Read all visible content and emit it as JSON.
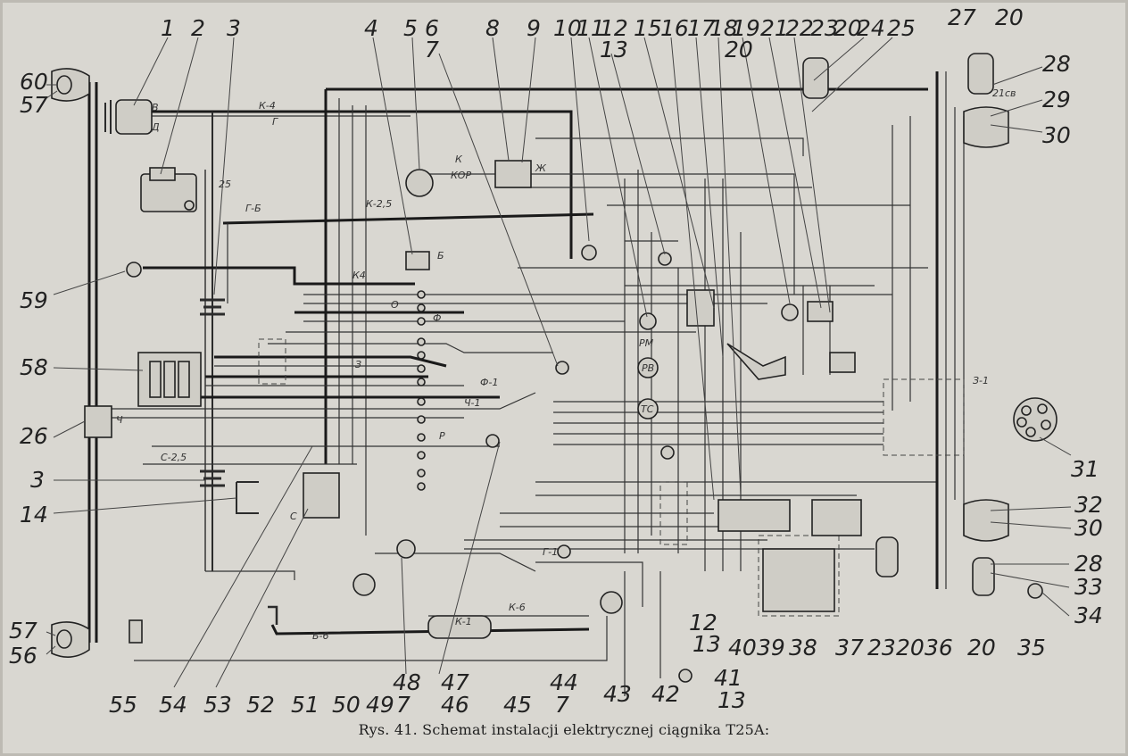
{
  "caption": "Rys. 41. Schemat instalacji elektrycznej ciągnika T25A:",
  "top_labels": [
    "1",
    "2",
    "3",
    "4",
    "5",
    "6",
    "7",
    "8",
    "9",
    "10",
    "11",
    "12",
    "13",
    "15",
    "16",
    "17",
    "18",
    "19",
    "20",
    "21",
    "22",
    "23",
    "20",
    "24",
    "25",
    "27",
    "20",
    "28",
    "29",
    "30"
  ],
  "left_labels": [
    "60",
    "57",
    "59",
    "58",
    "26",
    "3",
    "14",
    "57",
    "56"
  ],
  "bottom_labels": [
    "55",
    "54",
    "53",
    "52",
    "51",
    "50",
    "49",
    "48",
    "7",
    "47",
    "46",
    "45",
    "44",
    "7",
    "43",
    "42",
    "41",
    "13",
    "12",
    "13",
    "40",
    "39",
    "38",
    "37",
    "23",
    "20",
    "36",
    "20",
    "35",
    "34",
    "33",
    "28",
    "32",
    "30",
    "31"
  ],
  "wire_marks": [
    "К-4",
    "Г",
    "Д",
    "В",
    "КОР",
    "К",
    "Ж",
    "Б",
    "К-2,5",
    "К4",
    "Ф",
    "О",
    "З",
    "Ч",
    "Р",
    "С",
    "Г-Б",
    "С-2,5",
    "Г-1",
    "К-1",
    "Б-6",
    "К-6",
    "Ч-1",
    "Ф-1",
    "З-1",
    "РМ",
    "РВ",
    "ТС",
    "21св",
    "25"
  ]
}
